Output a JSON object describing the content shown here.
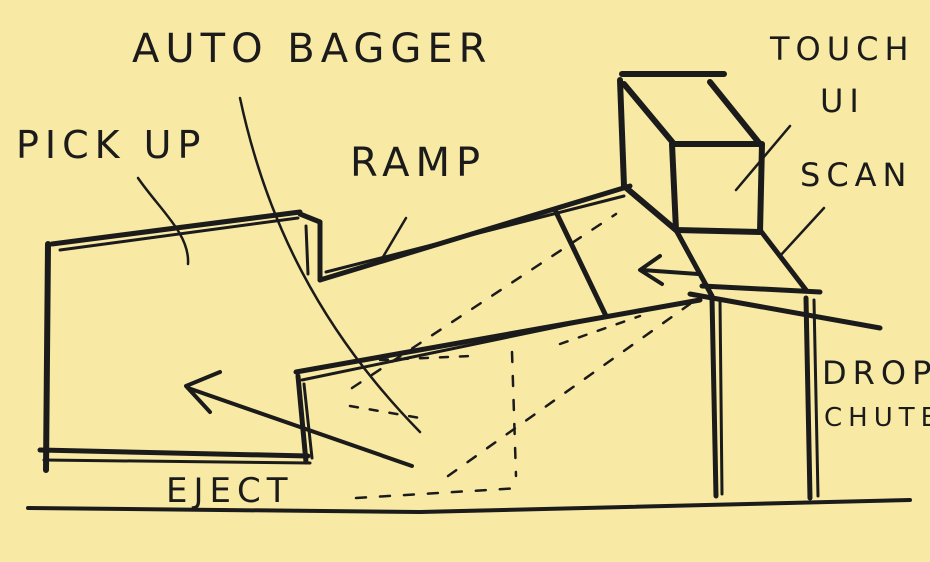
{
  "paper_color": "#f8eaa4",
  "ink_color": "#1b1b1b",
  "labels": {
    "title": "AUTO BAGGER",
    "pick_up": "PICK UP",
    "ramp": "RAMP",
    "touch": "TOUCH",
    "ui": "UI",
    "scan": "SCAN",
    "drop": "DROP",
    "chute": "CHUTE",
    "eject": "EJECT"
  }
}
